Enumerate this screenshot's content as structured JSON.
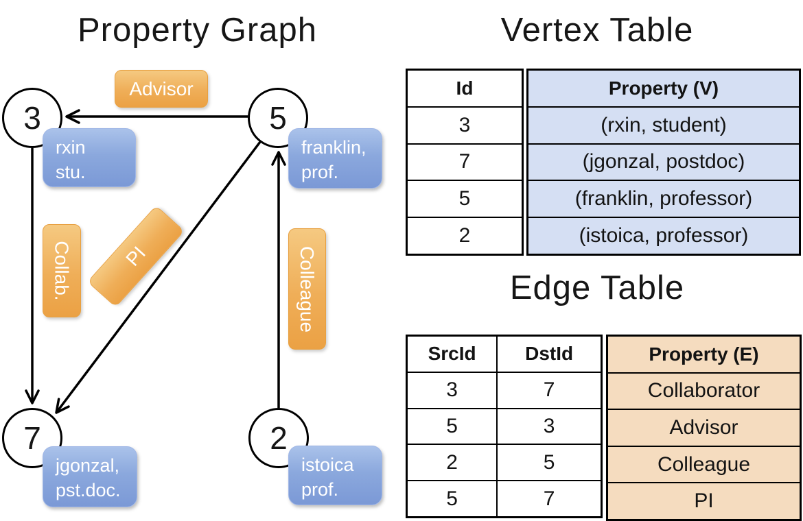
{
  "graph": {
    "title": "Property Graph",
    "nodes": [
      {
        "id": "3"
      },
      {
        "id": "5"
      },
      {
        "id": "7"
      },
      {
        "id": "2"
      }
    ],
    "property_boxes": {
      "rxin": {
        "lines": [
          "rxin",
          "stu."
        ]
      },
      "franklin": {
        "lines": [
          "franklin,",
          "prof."
        ]
      },
      "jgonzal": {
        "lines": [
          "jgonzal,",
          "pst.doc."
        ]
      },
      "istoica": {
        "lines": [
          "istoica",
          "prof."
        ]
      }
    },
    "edge_labels": {
      "advisor": "Advisor",
      "collab": "Collab.",
      "pi": "PI",
      "colleague": "Colleague"
    },
    "edges": [
      {
        "src": "5",
        "dst": "3",
        "label": "Advisor"
      },
      {
        "src": "3",
        "dst": "7",
        "label": "Collab."
      },
      {
        "src": "5",
        "dst": "7",
        "label": "PI"
      },
      {
        "src": "2",
        "dst": "5",
        "label": "Colleague"
      }
    ]
  },
  "vertex_table": {
    "title": "Vertex Table",
    "columns": [
      "Id",
      "Property (V)"
    ],
    "rows": [
      [
        "3",
        "(rxin, student)"
      ],
      [
        "7",
        "(jgonzal, postdoc)"
      ],
      [
        "5",
        "(franklin, professor)"
      ],
      [
        "2",
        "(istoica, professor)"
      ]
    ]
  },
  "edge_table": {
    "title": "Edge Table",
    "columns": [
      "SrcId",
      "DstId",
      "Property (E)"
    ],
    "rows": [
      [
        "3",
        "7",
        "Collaborator"
      ],
      [
        "5",
        "3",
        "Advisor"
      ],
      [
        "2",
        "5",
        "Colleague"
      ],
      [
        "5",
        "7",
        "PI"
      ]
    ]
  },
  "colors": {
    "edge_label_orange": "#eeaa4f",
    "node_property_blue": "#8aa4dc",
    "vertex_table_fill": "#d5dff3",
    "edge_table_fill": "#f5dcbf",
    "line_color": "#000000",
    "background": "#ffffff"
  }
}
